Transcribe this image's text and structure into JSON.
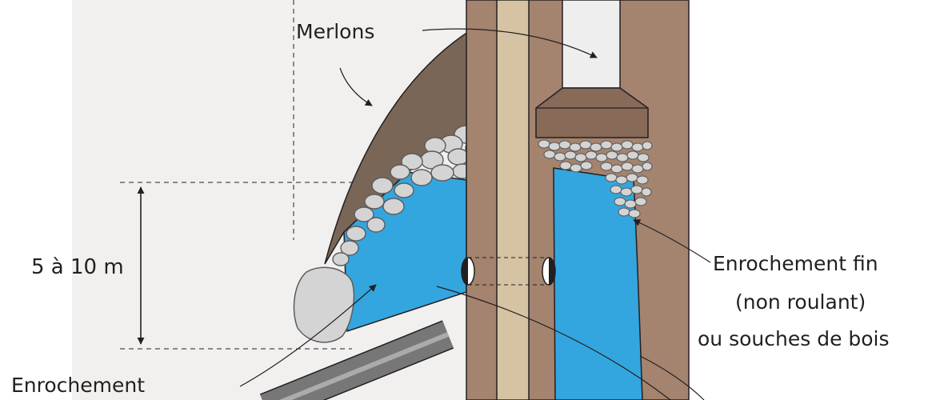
{
  "labels": {
    "merlons": "Merlons",
    "dimension": "5 à 10 m",
    "fine_rockfill_line1": "Enrochement fin",
    "fine_rockfill_line2": "(non roulant)",
    "fine_rockfill_line3": "ou souches de bois",
    "rockfill_partial": "Enrochement"
  },
  "colors": {
    "background_panel": "#f1f0ef",
    "earth_embankment": "#7a6657",
    "outer_wall": "#a4836f",
    "center_strip": "#d6c3a3",
    "water": "#33a6df",
    "rock": "#d4d4d4",
    "rock_stroke": "#5c5c5c",
    "pipe": "#777777",
    "inner_column": "#eeeeee",
    "cap": "#876a57",
    "line": "#231f20"
  },
  "icons": [
    "arrow-icon",
    "double-arrow-icon",
    "outlet-pipe-icon"
  ]
}
